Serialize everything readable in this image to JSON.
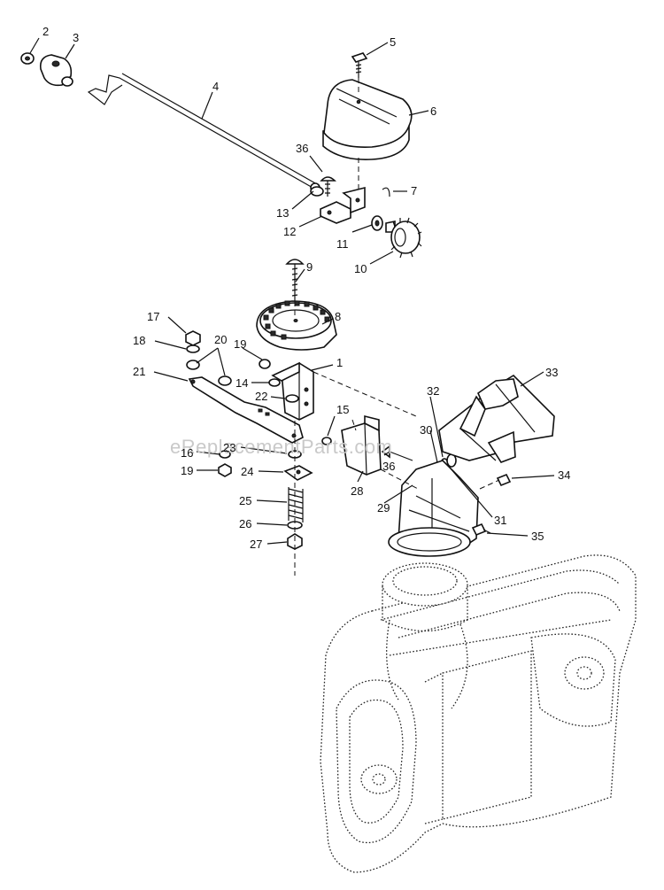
{
  "watermark": "eReplacementParts.com",
  "callouts": [
    {
      "id": "c2",
      "text": "2"
    },
    {
      "id": "c3",
      "text": "3"
    },
    {
      "id": "c4",
      "text": "4"
    },
    {
      "id": "c5",
      "text": "5"
    },
    {
      "id": "c6",
      "text": "6"
    },
    {
      "id": "c36a",
      "text": "36"
    },
    {
      "id": "c7",
      "text": "7"
    },
    {
      "id": "c13",
      "text": "13"
    },
    {
      "id": "c12",
      "text": "12"
    },
    {
      "id": "c11",
      "text": "11"
    },
    {
      "id": "c10",
      "text": "10"
    },
    {
      "id": "c9",
      "text": "9"
    },
    {
      "id": "c8",
      "text": "8"
    },
    {
      "id": "c17",
      "text": "17"
    },
    {
      "id": "c18",
      "text": "18"
    },
    {
      "id": "c20",
      "text": "20"
    },
    {
      "id": "c19a",
      "text": "19"
    },
    {
      "id": "c1",
      "text": "1"
    },
    {
      "id": "c14",
      "text": "14"
    },
    {
      "id": "c21",
      "text": "21"
    },
    {
      "id": "c22",
      "text": "22"
    },
    {
      "id": "c23",
      "text": "23"
    },
    {
      "id": "c15",
      "text": "15"
    },
    {
      "id": "c32",
      "text": "32"
    },
    {
      "id": "c33",
      "text": "33"
    },
    {
      "id": "c30",
      "text": "30"
    },
    {
      "id": "c16",
      "text": "16"
    },
    {
      "id": "c36b",
      "text": "36"
    },
    {
      "id": "c19b",
      "text": "19"
    },
    {
      "id": "c24",
      "text": "24"
    },
    {
      "id": "c28",
      "text": "28"
    },
    {
      "id": "c34",
      "text": "34"
    },
    {
      "id": "c29",
      "text": "29"
    },
    {
      "id": "c31",
      "text": "31"
    },
    {
      "id": "c25",
      "text": "25"
    },
    {
      "id": "c26",
      "text": "26"
    },
    {
      "id": "c27",
      "text": "27"
    },
    {
      "id": "c35",
      "text": "35"
    }
  ]
}
